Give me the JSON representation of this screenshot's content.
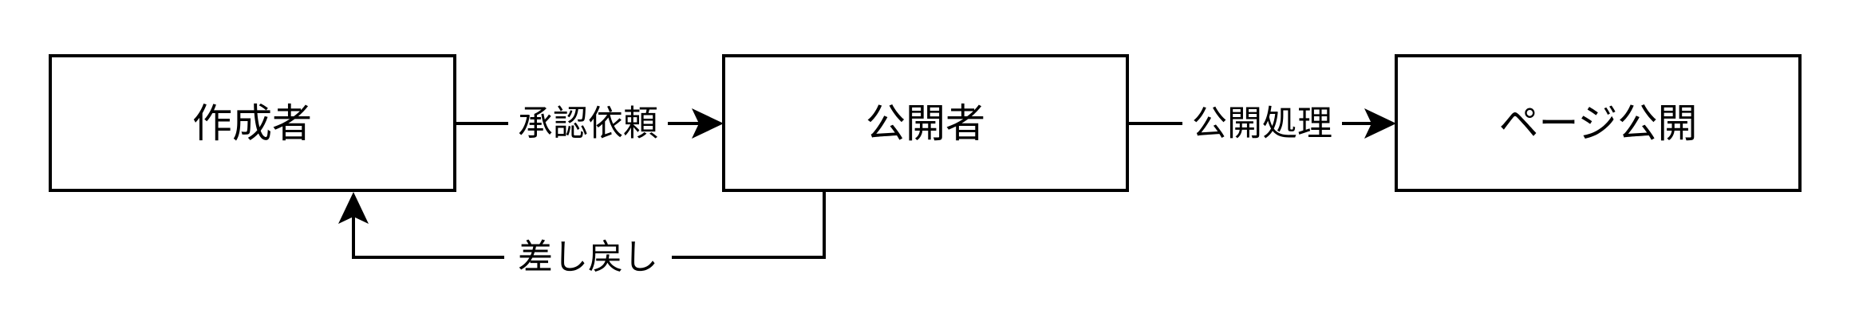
{
  "diagram": {
    "nodes": {
      "author": {
        "label": "作成者"
      },
      "publisher": {
        "label": "公開者"
      },
      "page_publish": {
        "label": "ページ公開"
      }
    },
    "edges": {
      "approval_request": {
        "label": "承認依頼"
      },
      "publish_process": {
        "label": "公開処理"
      },
      "send_back": {
        "label": "差し戻し"
      }
    }
  }
}
